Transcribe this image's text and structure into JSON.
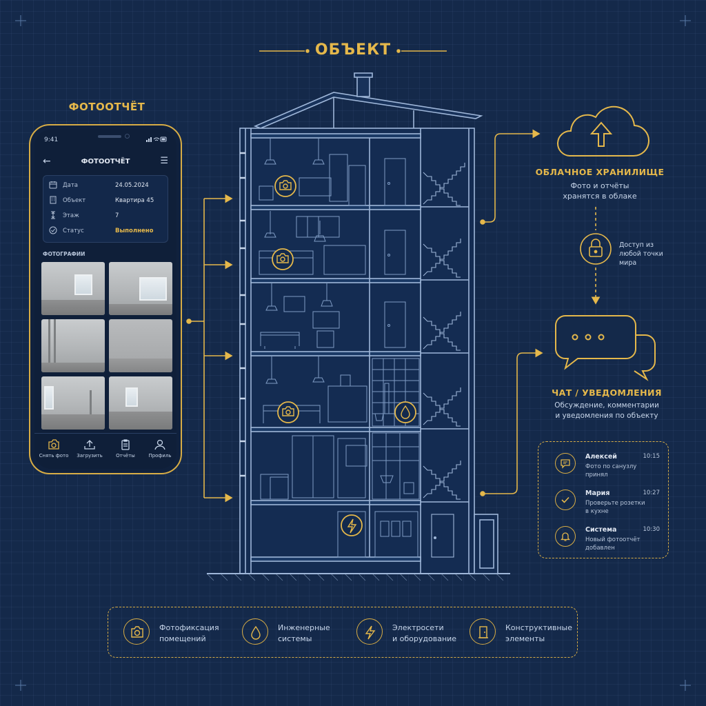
{
  "titles": {
    "object": "ОБЪЕКТ",
    "photo_report": "ФОТООТЧЁТ"
  },
  "phone": {
    "status_time": "9:41",
    "header_title": "ФОТООТЧЁТ",
    "info": [
      {
        "label": "Дата",
        "value": "24.05.2024",
        "icon": "calendar-icon"
      },
      {
        "label": "Объект",
        "value": "Квартира 45",
        "icon": "building-icon"
      },
      {
        "label": "Этаж",
        "value": "7",
        "icon": "floor-height-icon"
      },
      {
        "label": "Статус",
        "value": "Выполнено",
        "icon": "check-circle-icon"
      }
    ],
    "photos_label": "ФОТОГРАФИИ",
    "tabs": [
      {
        "label": "Снять фото",
        "icon": "camera-icon"
      },
      {
        "label": "Загрузить",
        "icon": "upload-icon"
      },
      {
        "label": "Отчёты",
        "icon": "clipboard-icon"
      },
      {
        "label": "Профиль",
        "icon": "user-icon"
      }
    ]
  },
  "cloud": {
    "title": "ОБЛАЧНОЕ ХРАНИЛИЩЕ",
    "desc_line1": "Фото и отчёты",
    "desc_line2": "хранятся в облаке"
  },
  "access": {
    "line1": "Доступ из",
    "line2": "любой точки",
    "line3": "мира"
  },
  "chat": {
    "title": "ЧАТ / УВЕДОМЛЕНИЯ",
    "desc_line1": "Обсуждение, комментарии",
    "desc_line2": "и уведомления по объекту"
  },
  "notifications": [
    {
      "name": "Алексей",
      "time": "10:15",
      "line1": "Фото по санузлу",
      "line2": "принял",
      "icon": "chat-icon"
    },
    {
      "name": "Мария",
      "time": "10:27",
      "line1": "Проверьте розетки",
      "line2": "в кухне",
      "icon": "check-icon"
    },
    {
      "name": "Система",
      "time": "10:30",
      "line1": "Новый фотоотчёт",
      "line2": "добавлен",
      "icon": "bell-icon"
    }
  ],
  "legend": [
    {
      "line1": "Фотофиксация",
      "line2": "помещений",
      "icon": "camera-icon"
    },
    {
      "line1": "Инженерные",
      "line2": "системы",
      "icon": "water-drop-icon"
    },
    {
      "line1": "Электросети",
      "line2": "и оборудование",
      "icon": "lightning-icon"
    },
    {
      "line1": "Конструктивные",
      "line2": "элементы",
      "icon": "door-icon"
    }
  ],
  "colors": {
    "background": "#14294a",
    "accent": "#e5b84b",
    "line": "#9fb7d9"
  }
}
